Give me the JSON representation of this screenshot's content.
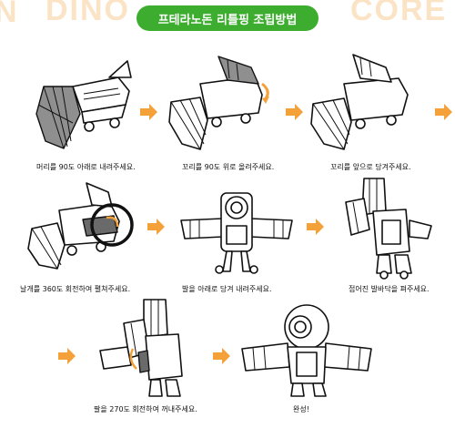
{
  "title": "프테라노돈 리틀핑 조립방법",
  "background_text": [
    "N",
    "DINO",
    "CORE"
  ],
  "accent_color": "#3cad2e",
  "arrow_color": "#f5a13a",
  "steps": [
    {
      "caption": "머리를 90도 아래로 내려주세요."
    },
    {
      "caption": "꼬리를 90도 위로 올려주세요."
    },
    {
      "caption": "꼬리를 앞으로 당겨주세요."
    },
    {
      "caption": "날개를 360도 회전하여 펼쳐주세요."
    },
    {
      "caption": "발을 아래로 당겨 내려주세요."
    },
    {
      "caption": "접어진 발바닥을 펴주세요."
    },
    {
      "caption": "팔을 270도 회전하여 꺼내주세요."
    },
    {
      "caption": "완성!"
    }
  ]
}
